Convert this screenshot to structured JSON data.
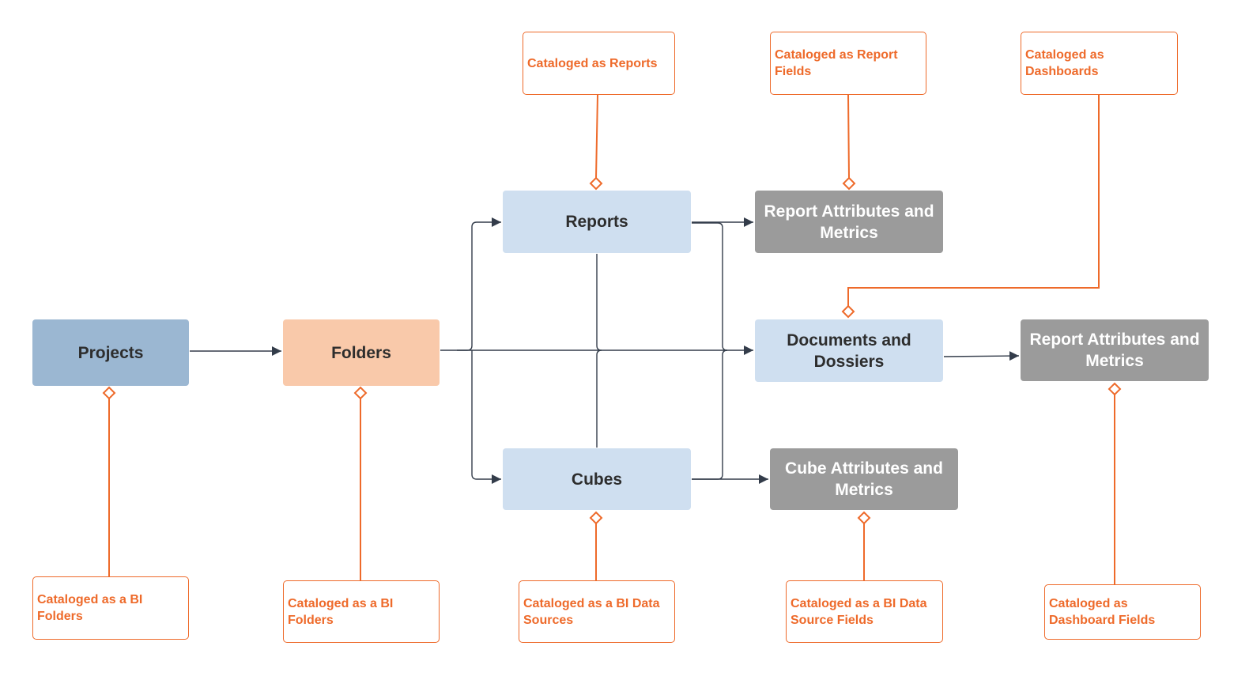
{
  "colors": {
    "connector": "#333c4a",
    "annotation": "#ee6a2a",
    "project_fill": "#9bb7d2",
    "folder_fill": "#f9c9aa",
    "object_fill": "#cfdff0",
    "field_fill": "#9b9b9b"
  },
  "nodes": {
    "projects": "Projects",
    "folders": "Folders",
    "reports": "Reports",
    "cubes": "Cubes",
    "documents": "Documents and Dossiers",
    "report_attributes": "Report Attributes and Metrics",
    "document_attributes": "Report Attributes and Metrics",
    "cube_attributes": "Cube Attributes and Metrics"
  },
  "notes": {
    "reports": "Cataloged as Reports",
    "report_fields": "Cataloged as Report Fields",
    "dashboards": "Cataloged as Dashboards",
    "projects": "Cataloged as a BI Folders",
    "folders": "Cataloged as a BI Folders",
    "cubes": "Cataloged as a BI Data Sources",
    "cube_fields": "Cataloged as a BI Data Source Fields",
    "dashboard_fields": "Cataloged as Dashboard Fields"
  }
}
